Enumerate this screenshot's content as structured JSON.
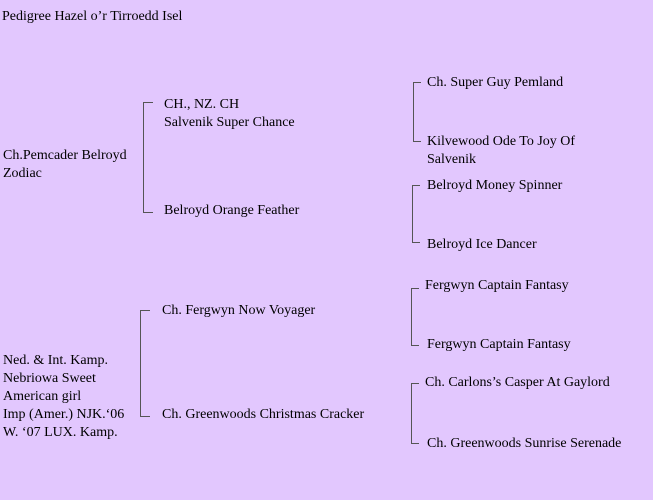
{
  "title": "Pedigree Hazel o’r Tirroedd Isel",
  "sire": {
    "line1": "Ch.Pemcader Belroyd",
    "line2": "Zodiac",
    "sire": {
      "line1": "CH., NZ. CH",
      "line2": "Salvenik Super Chance",
      "sire": "Ch. Super Guy Pemland",
      "dam_line1": "Kilvewood Ode To Joy Of",
      "dam_line2": "Salvenik"
    },
    "dam": {
      "name": "Belroyd Orange Feather",
      "sire": "Belroyd Money Spinner",
      "dam": "Belroyd Ice Dancer"
    }
  },
  "dam": {
    "line1": "Ned. & Int. Kamp.",
    "line2": "Nebriowa Sweet",
    "line3": "American girl",
    "line4": "Imp (Amer.) NJK.‘06",
    "line5": "W. ‘07 LUX. Kamp.",
    "sire": {
      "name": "Ch. Fergwyn Now Voyager",
      "sire": "Fergwyn Captain Fantasy",
      "dam": "Fergwyn Captain Fantasy"
    },
    "dam": {
      "name": "Ch. Greenwoods Christmas Cracker",
      "sire": "Ch. Carlons’s Casper At Gaylord",
      "dam": "Ch. Greenwoods Sunrise Serenade"
    }
  }
}
